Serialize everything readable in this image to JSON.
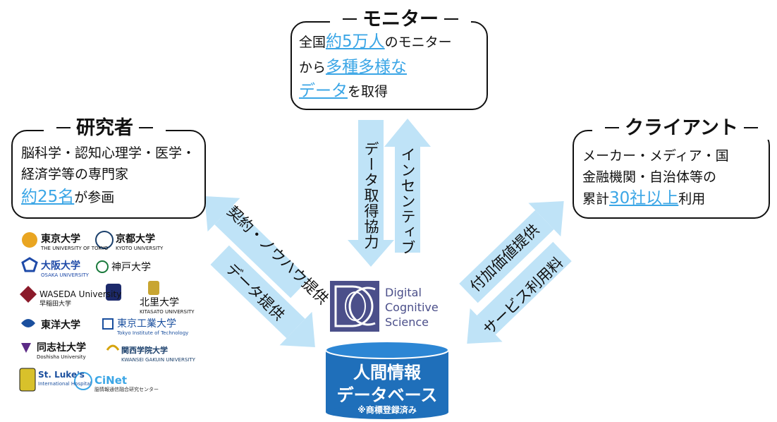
{
  "monitor": {
    "title": "モニター",
    "line1_pre": "全国",
    "line1_hl": "約5万人",
    "line1_post": "のモニター",
    "line2_pre": "から",
    "line2_hl": "多種多様な",
    "line3_hl": "データ",
    "line3_post": "を取得",
    "icon": "japan-map-icon"
  },
  "researcher": {
    "title": "研究者",
    "line1": "脳科学・認知心理学・医学・",
    "line2": "経済学等の専門家",
    "line3_hl": "約25名",
    "line3_post": "が参画",
    "icon": "school-building-icon"
  },
  "client": {
    "title": "クライアント",
    "line1": "メーカー・メディア・国",
    "line2": "金融機関・自治体等の",
    "line3_pre": "累計",
    "line3_hl": "30社以上",
    "line3_post": "利用",
    "icon": "office-building-icon"
  },
  "arrows": {
    "monitor_down": "データ取得協力",
    "monitor_up": "インセンティブ",
    "researcher_contract": "契約・ノウハウ提供",
    "researcher_data": "データ提供",
    "client_value": "付加価値提供",
    "client_fee": "サービス利用料"
  },
  "center_logo": {
    "line1": "Digital",
    "line2": "Cognitive",
    "line3": "Science"
  },
  "database": {
    "line1": "人間情報",
    "line2": "データベース",
    "note": "※商標登録済み"
  },
  "universities": [
    {
      "name": "東京大学",
      "sub": "THE UNIVERSITY OF TOKYO"
    },
    {
      "name": "京都大学",
      "sub": "KYOTO UNIVERSITY"
    },
    {
      "name": "大阪大学",
      "sub": "OSAKA UNIVERSITY"
    },
    {
      "name": "神戸大学",
      "sub": ""
    },
    {
      "name": "WASEDA University",
      "sub": "早稲田大学"
    },
    {
      "name": "北里大学",
      "sub": "KITASATO UNIVERSITY"
    },
    {
      "name": "東洋大学",
      "sub": ""
    },
    {
      "name": "東京工業大学",
      "sub": "Tokyo Institute of Technology"
    },
    {
      "name": "同志社大学",
      "sub": "Doshisha University"
    },
    {
      "name": "関西学院大学",
      "sub": "KWANSEI GAKUIN UNIVERSITY"
    },
    {
      "name": "St. Luke's",
      "sub": "International Hospital"
    },
    {
      "name": "CiNet",
      "sub": "脳情報通信融合研究センター"
    }
  ],
  "colors": {
    "arrow": "#bfe3f7",
    "highlight": "#3ba6e6",
    "database": "#1f6fba",
    "logo": "#4b4f8a"
  }
}
